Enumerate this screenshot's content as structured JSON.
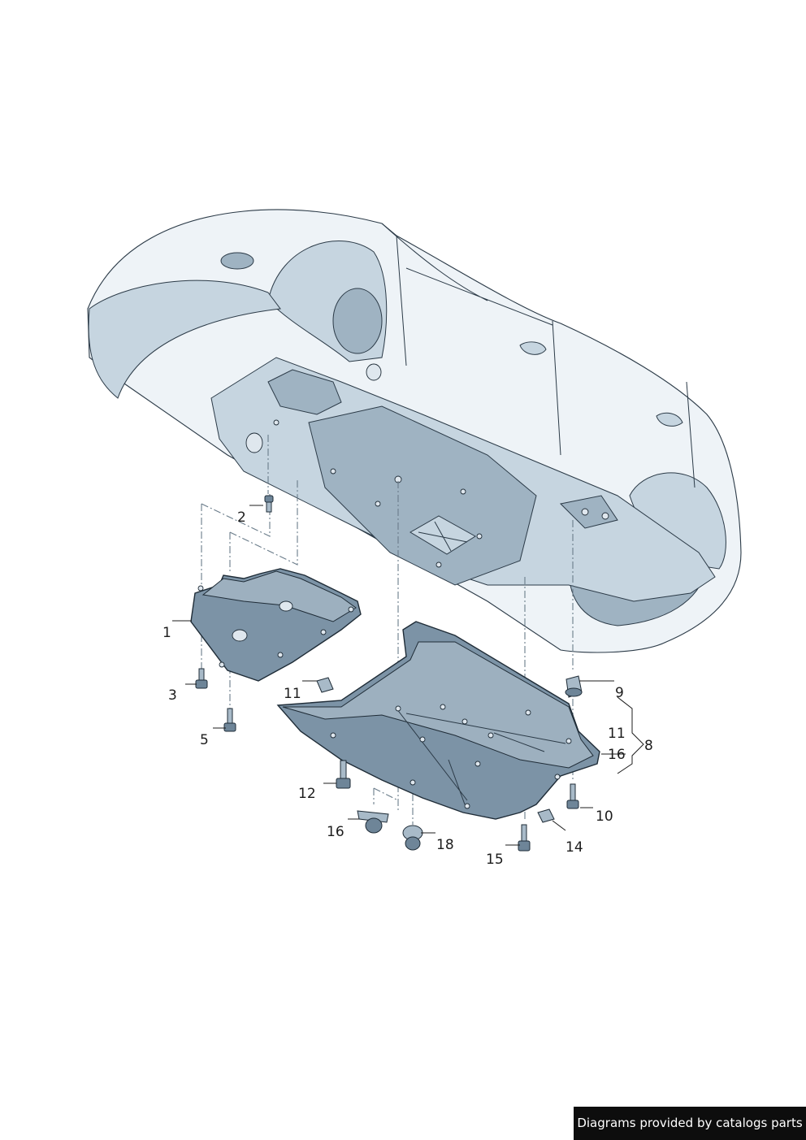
{
  "callouts": {
    "c1": "1",
    "c2": "2",
    "c3": "3",
    "c5": "5",
    "c8": "8",
    "c9": "9",
    "c10": "10",
    "c11a": "11",
    "c11b": "11",
    "c12": "12",
    "c14": "14",
    "c15": "15",
    "c16a": "16",
    "c16b": "16",
    "c18": "18"
  },
  "credit": "Diagrams provided by catalogs parts",
  "colors": {
    "shield": "#7c93a6",
    "body": "#eef3f7",
    "underbody": "#c6d5e0",
    "banner": "#0d0d0d"
  }
}
